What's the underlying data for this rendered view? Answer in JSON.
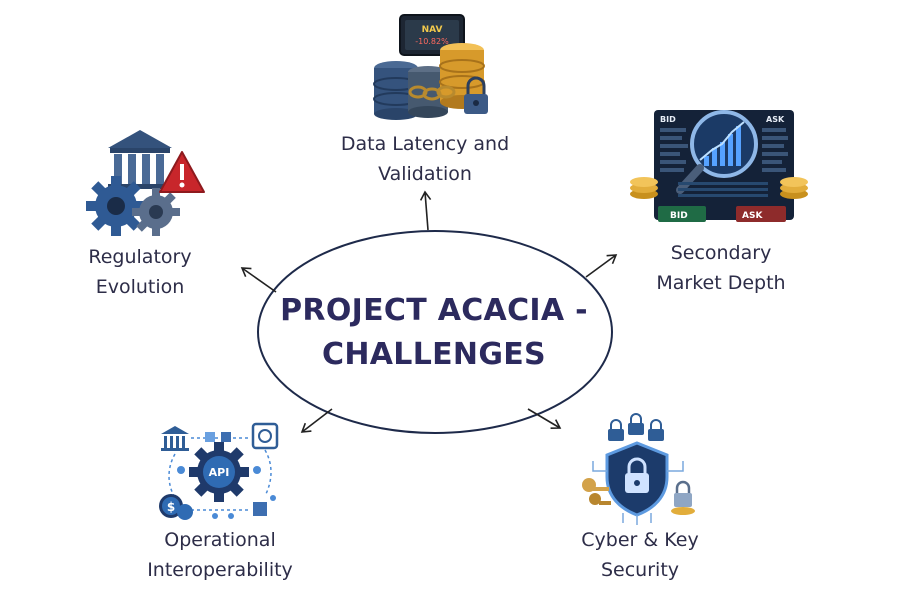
{
  "center": {
    "line1": "PROJECT ACACIA -",
    "line2": "CHALLENGES"
  },
  "nodes": [
    {
      "id": "data-latency",
      "line1": "Data Latency and",
      "line2": "Validation",
      "icon_text_1": "NAV",
      "icon_text_2": "-10.82%"
    },
    {
      "id": "market-depth",
      "line1": "Secondary",
      "line2": "Market Depth",
      "icon_text_1": "BID",
      "icon_text_2": "ASK"
    },
    {
      "id": "cyber",
      "line1": "Cyber & Key",
      "line2": "Security"
    },
    {
      "id": "interop",
      "line1": "Operational",
      "line2": "Interoperability",
      "icon_text_1": "API"
    },
    {
      "id": "regulatory",
      "line1": "Regulatory",
      "line2": "Evolution"
    }
  ],
  "colors": {
    "title": "#2c2a5e",
    "ellipse_stroke": "#1e2a4a",
    "arrow": "#222222",
    "icon_navy": "#1f3a6b",
    "icon_blue": "#2f6bb3",
    "icon_gold": "#d9a23a",
    "alert_red": "#c8262b",
    "bid_green": "#2e8b57",
    "ask_red": "#b33a3a"
  }
}
